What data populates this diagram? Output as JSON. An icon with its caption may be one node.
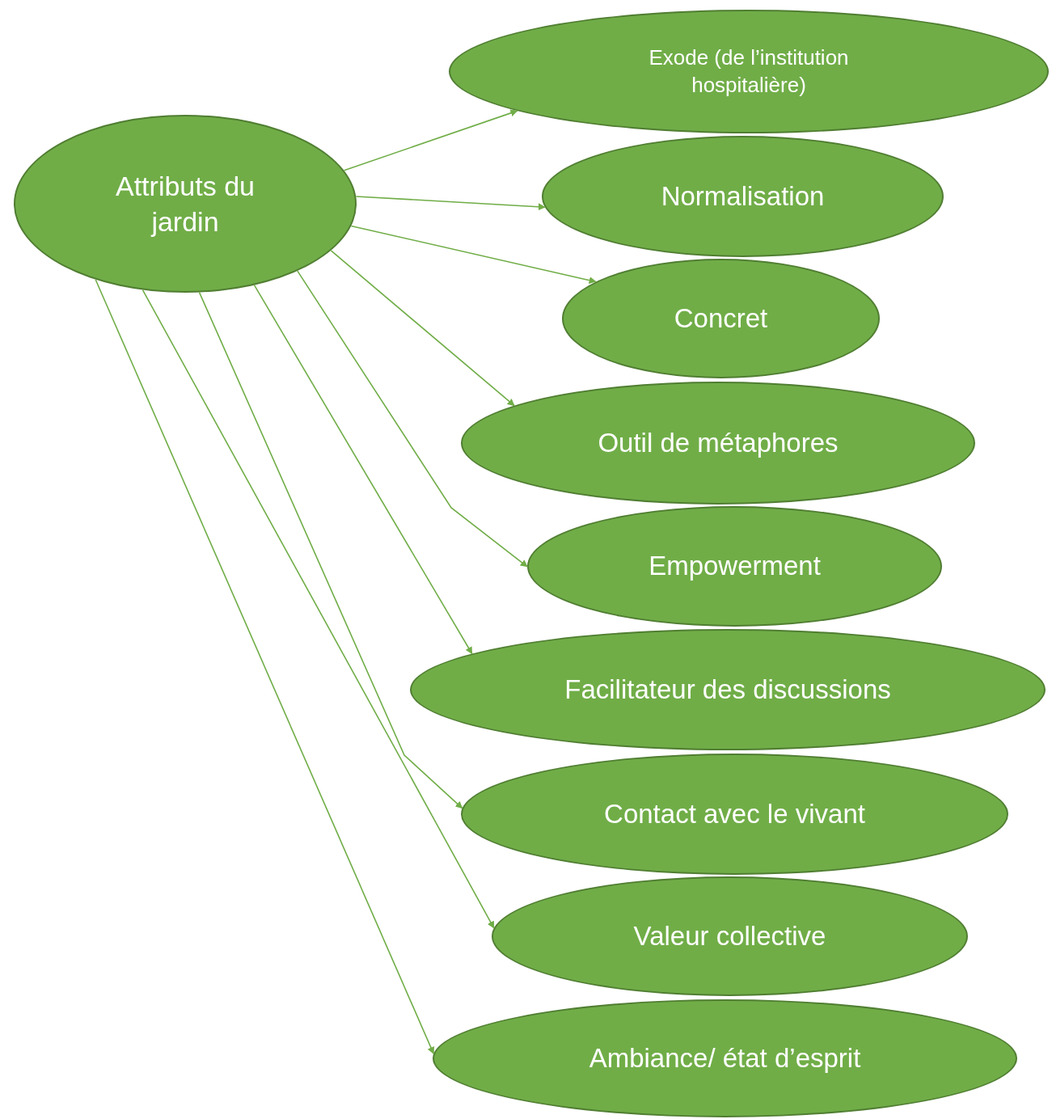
{
  "diagram": {
    "nodes": [
      {
        "text": [
          "Attributs du jardin"
        ]
      },
      {
        "text": [
          "Exode (de l’institution hospitalière)"
        ]
      },
      {
        "text": [
          "Normalisation"
        ]
      },
      {
        "text": [
          "Concret"
        ]
      },
      {
        "text": [
          "Outil de métaphores"
        ]
      },
      {
        "text": [
          "Empowerment"
        ]
      },
      {
        "text": [
          "Facilitateur des discussions"
        ]
      },
      {
        "text": [
          "Contact avec le vivant"
        ]
      },
      {
        "text": [
          "Valeur collective"
        ]
      },
      {
        "text": [
          "Ambiance/ état d’esprit"
        ]
      }
    ],
    "edges": [
      {
        "from": 0,
        "to": 1,
        "arrow": "to"
      },
      {
        "from": 0,
        "to": 2,
        "arrow": "to"
      },
      {
        "from": 0,
        "to": 3,
        "arrow": "to"
      },
      {
        "from": 0,
        "to": 4,
        "arrow": "to"
      },
      {
        "from": 0,
        "to": 5,
        "arrow": "to"
      },
      {
        "from": 0,
        "to": 6,
        "arrow": "to"
      },
      {
        "from": 0,
        "to": 7,
        "arrow": "to"
      },
      {
        "from": 0,
        "to": 8,
        "arrow": "to"
      },
      {
        "from": 0,
        "to": 9,
        "arrow": "to"
      }
    ]
  }
}
